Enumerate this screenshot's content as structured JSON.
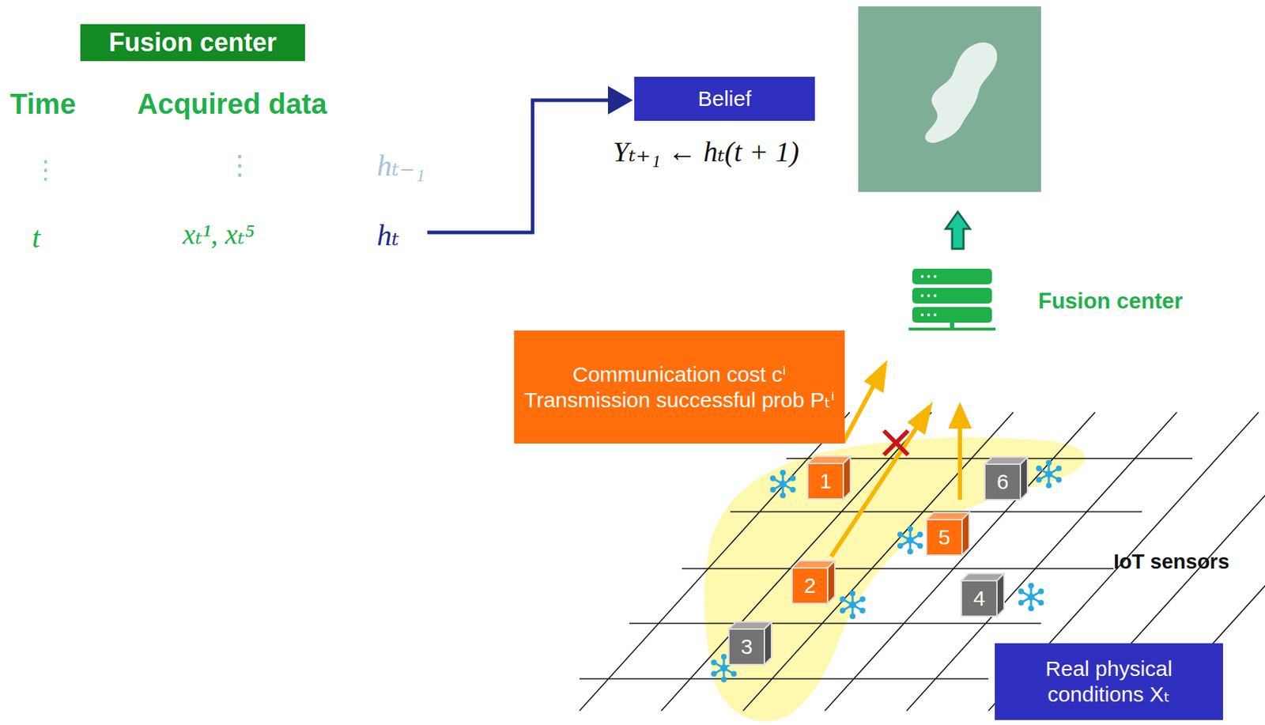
{
  "diagram": {
    "nodes": [
      {
        "text": [
          "Fusion center"
        ]
      },
      {
        "text": [
          "Belief"
        ]
      },
      {
        "text": [
          "Communication cost cⁱ",
          "Transmission successful prob Pₜⁱ"
        ]
      },
      {
        "text": [
          "1"
        ]
      },
      {
        "text": [
          "6"
        ]
      },
      {
        "text": [
          "5"
        ]
      },
      {
        "text": [
          "2"
        ]
      },
      {
        "text": [
          "4"
        ]
      },
      {
        "text": [
          "3"
        ]
      },
      {
        "text": [
          "Real physical conditions Xₜ"
        ]
      }
    ],
    "labels": [
      "Time",
      "Acquired data",
      "⋮",
      "⋮",
      "hₜ₋₁",
      "t",
      "xₜ¹, xₜ⁵",
      "hₜ",
      "Yₜ₊₁ ← hₜ(t + 1)",
      "Fusion center",
      "IoT sensors"
    ]
  }
}
